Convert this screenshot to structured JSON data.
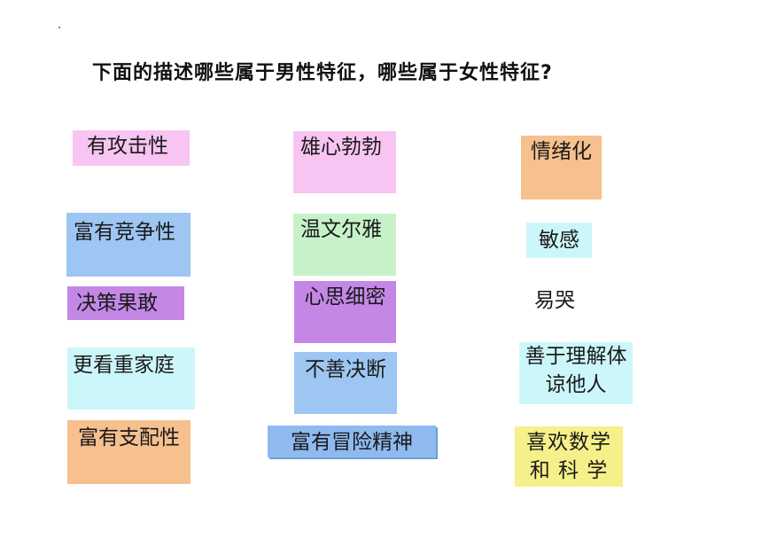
{
  "title": "下面的描述哪些属于男性特征，哪些属于女性特征?",
  "cards": {
    "aggressive": "有攻击性",
    "competitive": "富有竞争性",
    "decisive": "决策果敢",
    "family": "更看重家庭",
    "dominant": "富有支配性",
    "ambitious": "雄心勃勃",
    "gentle": "温文尔雅",
    "careful": "心思细密",
    "indecisive": "不善决断",
    "adventurous": "富有冒险精神",
    "emotional": "情绪化",
    "sensitive": "敏感",
    "cry": "易哭",
    "understanding": "善于理解体谅他人",
    "science": "喜欢数学和 科 学"
  }
}
